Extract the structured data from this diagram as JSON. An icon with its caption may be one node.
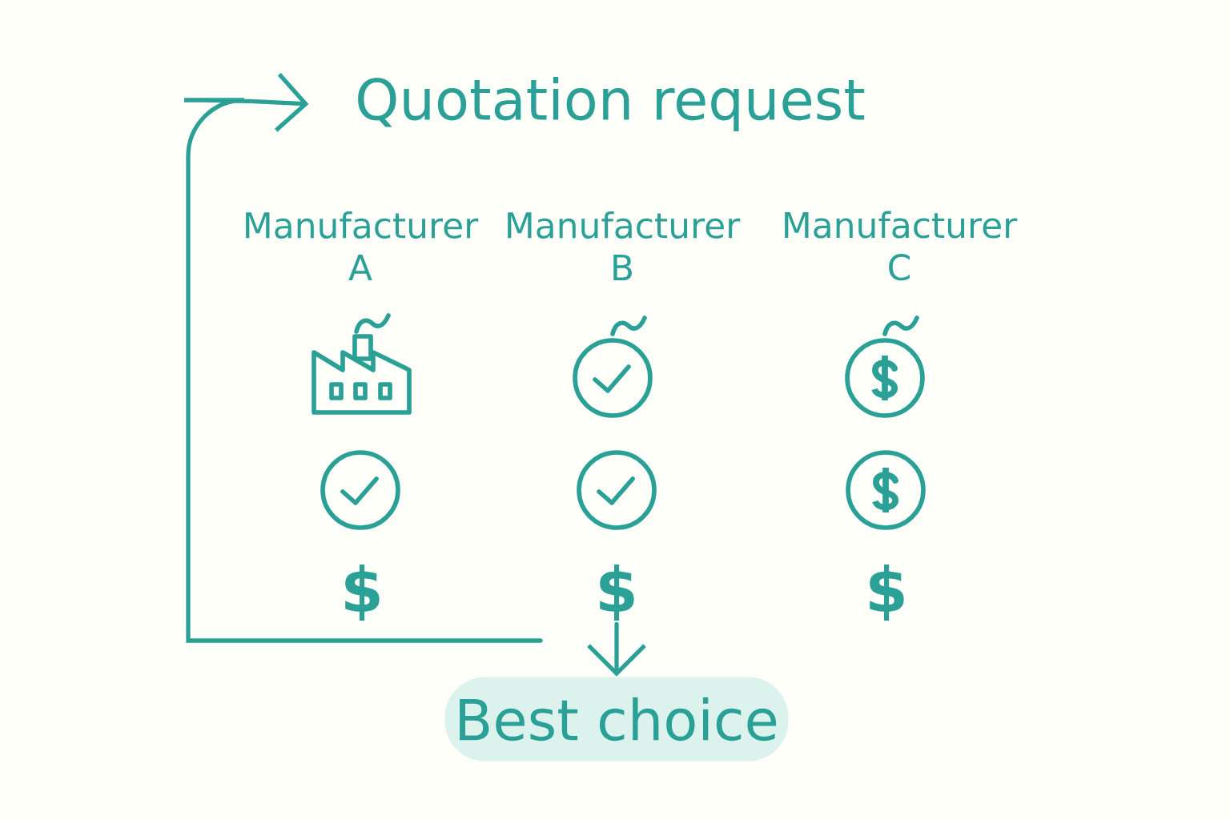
{
  "diagram": {
    "nodes": [
      {
        "text": [
          "Quotation request"
        ]
      },
      {
        "text": [
          "Manufacturer A"
        ]
      },
      {
        "text": [
          "Manufacturer B"
        ]
      },
      {
        "text": [
          "Manufacturer C"
        ]
      },
      {
        "text": [
          "$"
        ]
      },
      {
        "text": [
          "Best choice"
        ]
      }
    ],
    "edges": [
      {
        "from": null,
        "to": 0,
        "arrow": "to"
      },
      {
        "from": 4,
        "to": 5,
        "arrow": "to"
      }
    ],
    "labels": [
      "$",
      "$"
    ]
  }
}
